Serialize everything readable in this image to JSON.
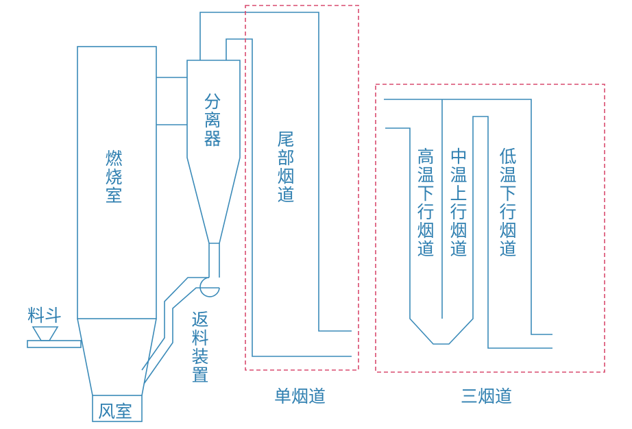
{
  "colors": {
    "line": "#3a8ab8",
    "text": "#2f7fb0",
    "box": "#d84a6e"
  },
  "labels": {
    "combustion_chamber": "燃烧室",
    "separator": "分离器",
    "tail_flue": "尾部烟道",
    "hopper": "料斗",
    "return_device": "返料装置",
    "wind_box": "风室",
    "single_flue": "单烟道",
    "triple_flue": "三烟道",
    "high_temp_down": "高温下行烟道",
    "mid_temp_up": "中温上行烟道",
    "low_temp_down": "低温下行烟道"
  }
}
